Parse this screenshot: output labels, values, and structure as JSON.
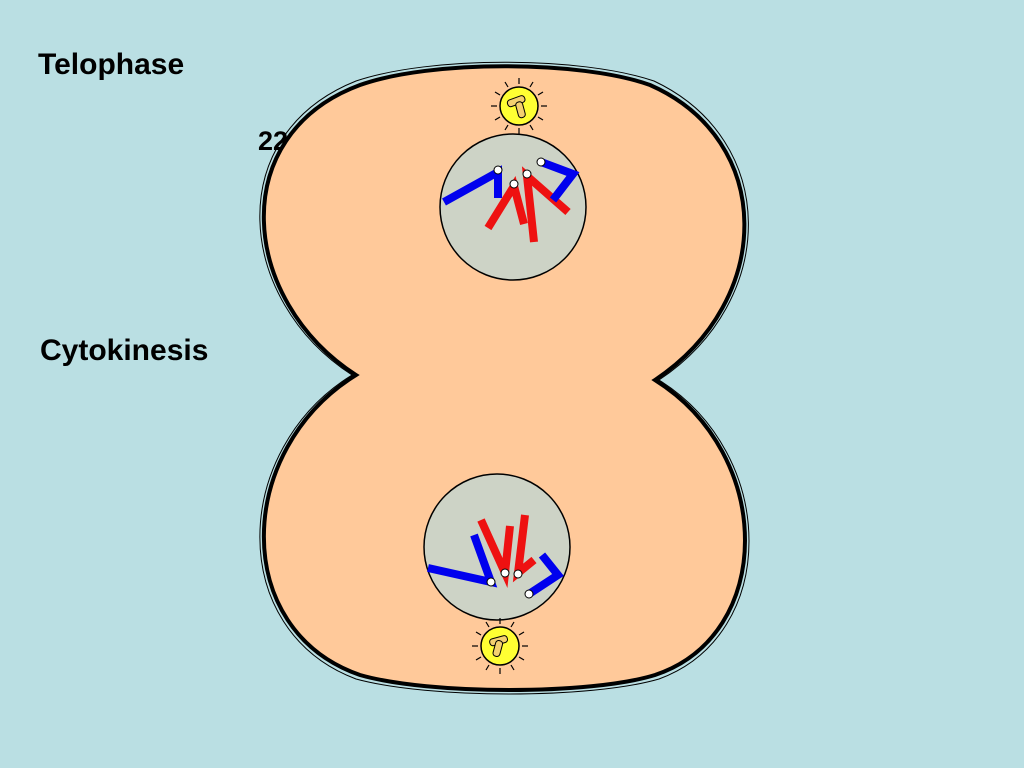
{
  "slide": {
    "title": "Telophase",
    "number": "22",
    "stage_label": "Cytokinesis"
  },
  "colors": {
    "background": "#BADFE3",
    "cytoplasm": "#FFC99A",
    "membrane": "#000000",
    "nucleus": "#CDD3C6",
    "chromosome_maternal": "#0000EE",
    "chromosome_paternal": "#EE1111",
    "centromere": "#FFFFFF",
    "centrosome": "#FFFF33"
  },
  "icons": {
    "centrosome": "centrosome-icon"
  }
}
